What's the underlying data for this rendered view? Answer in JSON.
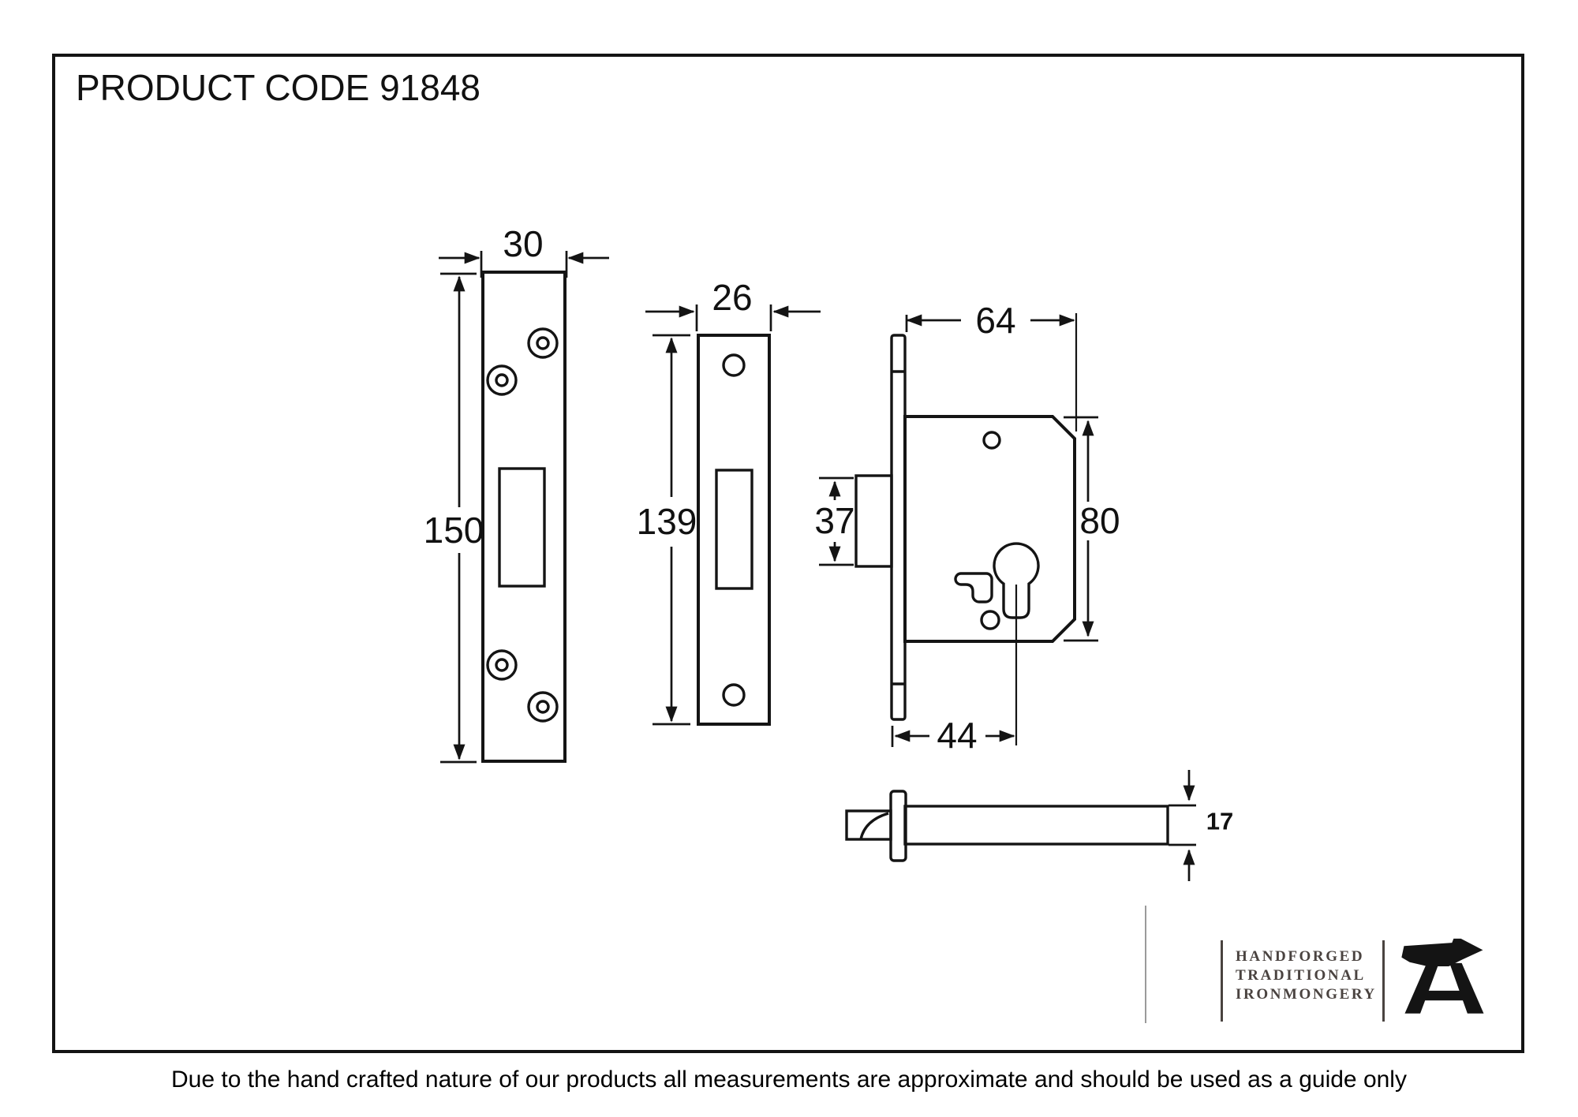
{
  "page": {
    "title": "PRODUCT CODE 91848"
  },
  "dimensions": {
    "strike_plate_width": "30",
    "strike_plate_height": "150",
    "faceplate_width": "26",
    "faceplate_height": "139",
    "lock_case_depth": "64",
    "lock_case_height": "80",
    "deadbolt_height": "37",
    "backset": "44",
    "spindle_thickness": "17"
  },
  "logo": {
    "line1": "HANDFORGED",
    "line2": "TRADITIONAL",
    "line3": "IRONMONGERY"
  },
  "footer": {
    "disclaimer": "Due to the hand crafted nature of our products all measurements are approximate and should be used as a guide only"
  },
  "colors": {
    "line": "#141414",
    "logo_text": "#4a4340",
    "edge_mark": "#9b9b9b"
  }
}
